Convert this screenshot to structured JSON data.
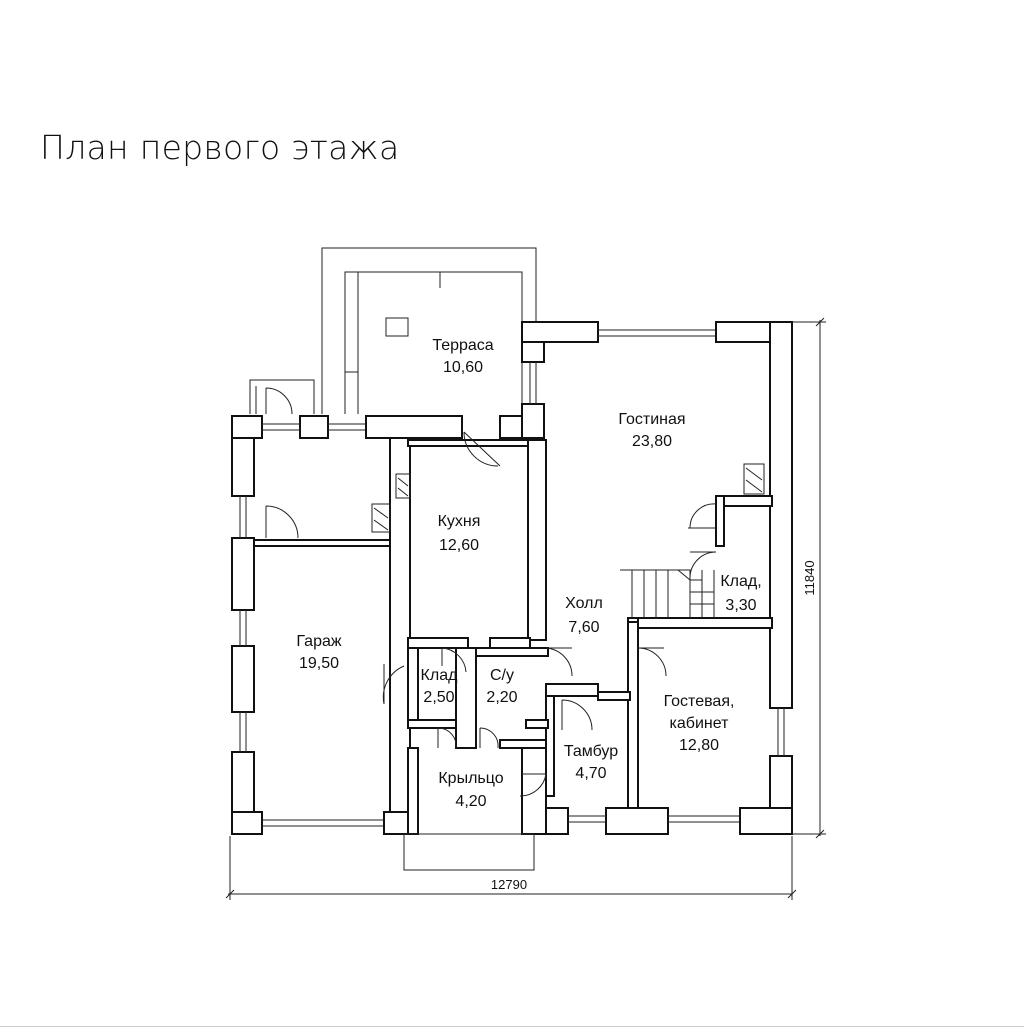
{
  "title": "План первого этажа",
  "dimensions": {
    "width": "12790",
    "height": "11840"
  },
  "rooms": [
    {
      "name": "Терраса",
      "area": "10,60"
    },
    {
      "name": "Гостиная",
      "area": "23,80"
    },
    {
      "name": "Кухня",
      "area": "12,60"
    },
    {
      "name": "Гараж",
      "area": "19,50"
    },
    {
      "name": "Холл",
      "area": "7,60"
    },
    {
      "name": "Клад,",
      "area": "3,30"
    },
    {
      "name": "Клад",
      "area": "2,50"
    },
    {
      "name": "С/у",
      "area": "2,20"
    },
    {
      "name": "Гостевая,",
      "name2": "кабинет",
      "area": "12,80"
    },
    {
      "name": "Тамбур",
      "area": "4,70"
    },
    {
      "name": "Крыльцо",
      "area": "4,20"
    }
  ]
}
